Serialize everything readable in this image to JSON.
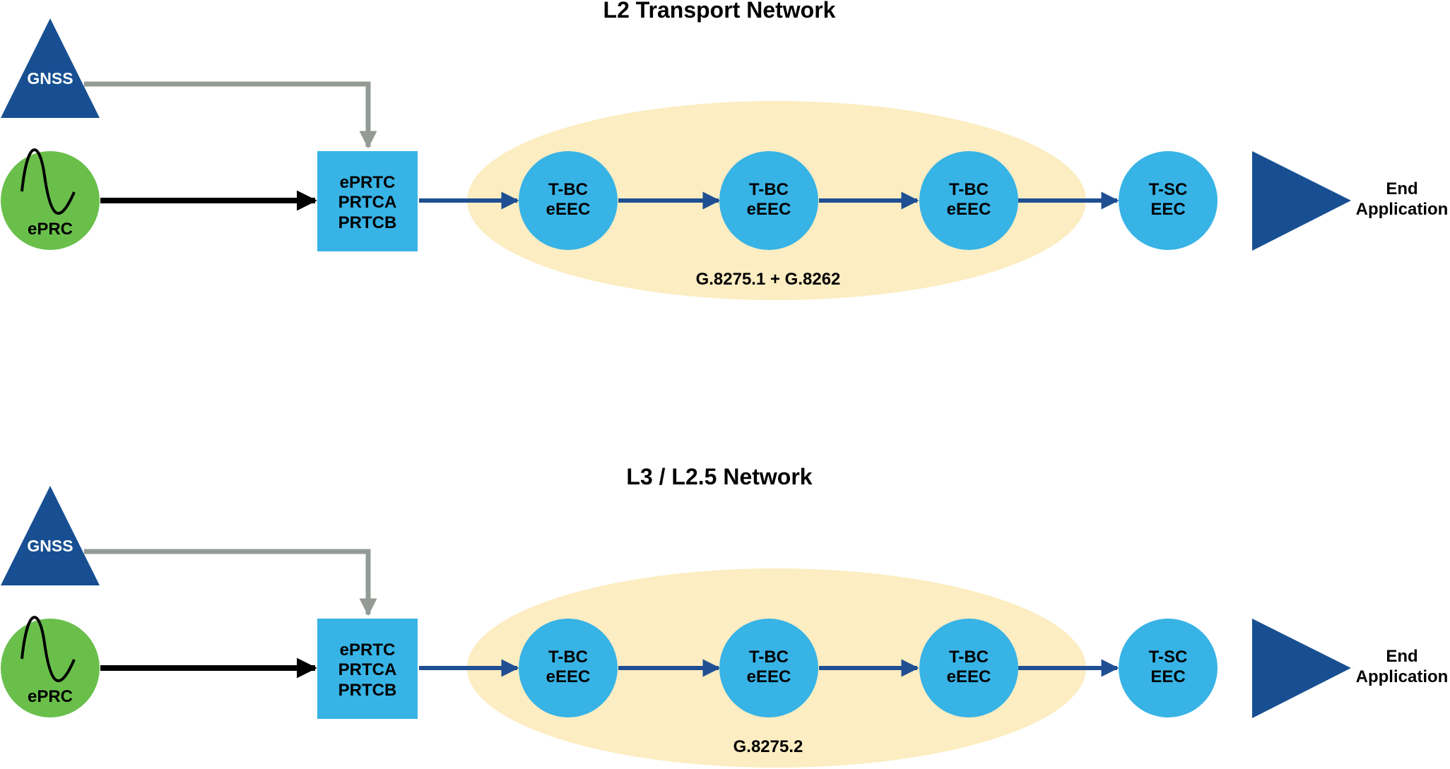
{
  "colors": {
    "gnss": "#174f92",
    "eprc": "#6abf4b",
    "node": "#37b3e6",
    "ellipse": "#fcedc2",
    "blue_link": "#1f4f92",
    "gray_link": "#939b94",
    "black_link": "#000000",
    "end_triangle": "#174f92"
  },
  "diagrams": [
    {
      "title": "L2 Transport Network",
      "gnss_label": "GNSS",
      "eprc_label": "ePRC",
      "prtc_lines": [
        "ePRTC",
        "PRTCA",
        "PRTCB"
      ],
      "nodes": [
        {
          "line1": "T-BC",
          "line2": "eEEC"
        },
        {
          "line1": "T-BC",
          "line2": "eEEC"
        },
        {
          "line1": "T-BC",
          "line2": "eEEC"
        },
        {
          "line1": "T-SC",
          "line2": "EEC"
        }
      ],
      "standard": "G.8275.1 + G.8262",
      "end_lines": [
        "End",
        "Application"
      ]
    },
    {
      "title": "L3 / L2.5 Network",
      "gnss_label": "GNSS",
      "eprc_label": "ePRC",
      "prtc_lines": [
        "ePRTC",
        "PRTCA",
        "PRTCB"
      ],
      "nodes": [
        {
          "line1": "T-BC",
          "line2": "eEEC"
        },
        {
          "line1": "T-BC",
          "line2": "eEEC"
        },
        {
          "line1": "T-BC",
          "line2": "eEEC"
        },
        {
          "line1": "T-SC",
          "line2": "EEC"
        }
      ],
      "standard": "G.8275.2",
      "end_lines": [
        "End",
        "Application"
      ]
    }
  ]
}
